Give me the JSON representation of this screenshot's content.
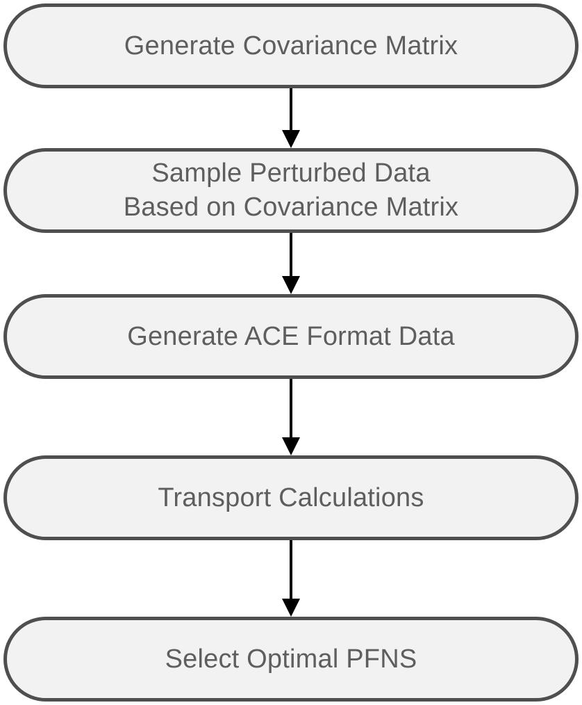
{
  "diagram": {
    "type": "flowchart",
    "direction": "top-to-bottom",
    "nodes": [
      {
        "id": "generate-covariance-matrix",
        "shape": "stadium",
        "lines": [
          "Generate Covariance Matrix"
        ]
      },
      {
        "id": "sample-perturbed-data",
        "shape": "stadium",
        "lines": [
          "Sample Perturbed Data",
          "Based on Covariance Matrix"
        ]
      },
      {
        "id": "generate-ace-format-data",
        "shape": "stadium",
        "lines": [
          "Generate ACE Format Data"
        ]
      },
      {
        "id": "transport-calculations",
        "shape": "stadium",
        "lines": [
          "Transport Calculations"
        ]
      },
      {
        "id": "select-optimal-pfns",
        "shape": "stadium",
        "lines": [
          "Select Optimal PFNS"
        ]
      }
    ],
    "edges": [
      {
        "from": "generate-covariance-matrix",
        "to": "sample-perturbed-data",
        "style": "solid-arrow"
      },
      {
        "from": "sample-perturbed-data",
        "to": "generate-ace-format-data",
        "style": "solid-arrow"
      },
      {
        "from": "generate-ace-format-data",
        "to": "transport-calculations",
        "style": "solid-arrow"
      },
      {
        "from": "transport-calculations",
        "to": "select-optimal-pfns",
        "style": "solid-arrow"
      }
    ],
    "colors": {
      "node_fill": "#f2f2f2",
      "node_border": "#4f4f4f",
      "node_text": "#5e5e5e",
      "arrow_color": "#000000",
      "page_bg": "#ffffff"
    }
  }
}
